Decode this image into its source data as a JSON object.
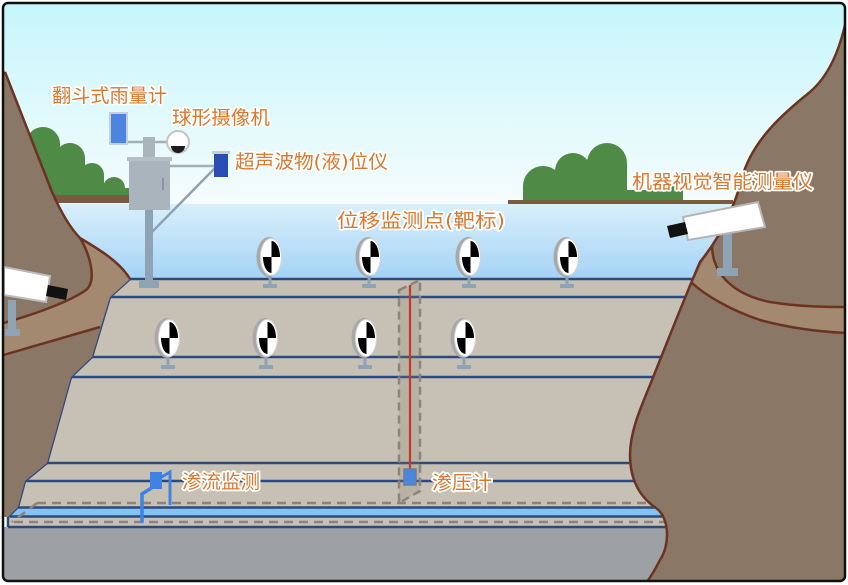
{
  "scene": {
    "labels": {
      "rain_gauge": "翻斗式雨量计",
      "dome_camera": "球形摄像机",
      "ultrasonic_level_meter": "超声波物(液)位仪",
      "displacement_targets": "位移监测点(靶标)",
      "machine_vision_instrument": "机器视觉智能测量仪",
      "seepage_monitoring": "渗流监测",
      "piezometer": "渗压计"
    },
    "colors": {
      "label": "#d9782f",
      "sky_top": "#c5f6fb",
      "sky_bottom": "#f6fcfd",
      "water_top": "#d9effb",
      "water_bottom": "#a2d2f5",
      "dam": "#c7c1b5",
      "dam_line": "#2d4a7f",
      "mountain": "#8b7765",
      "mountain_band": "#a3896f",
      "mountain_outline": "#6b3322",
      "foliage": "#4f8a46",
      "shore": "#7b5a41",
      "ground": "#9da0a5",
      "seepage_water": "#84c2f0",
      "rain_gauge": "#4a86e0",
      "ultrasonic_sensor": "#2a4db5",
      "piezometer_wire": "#c0392b",
      "seepage_device": "#3f82e3"
    }
  }
}
